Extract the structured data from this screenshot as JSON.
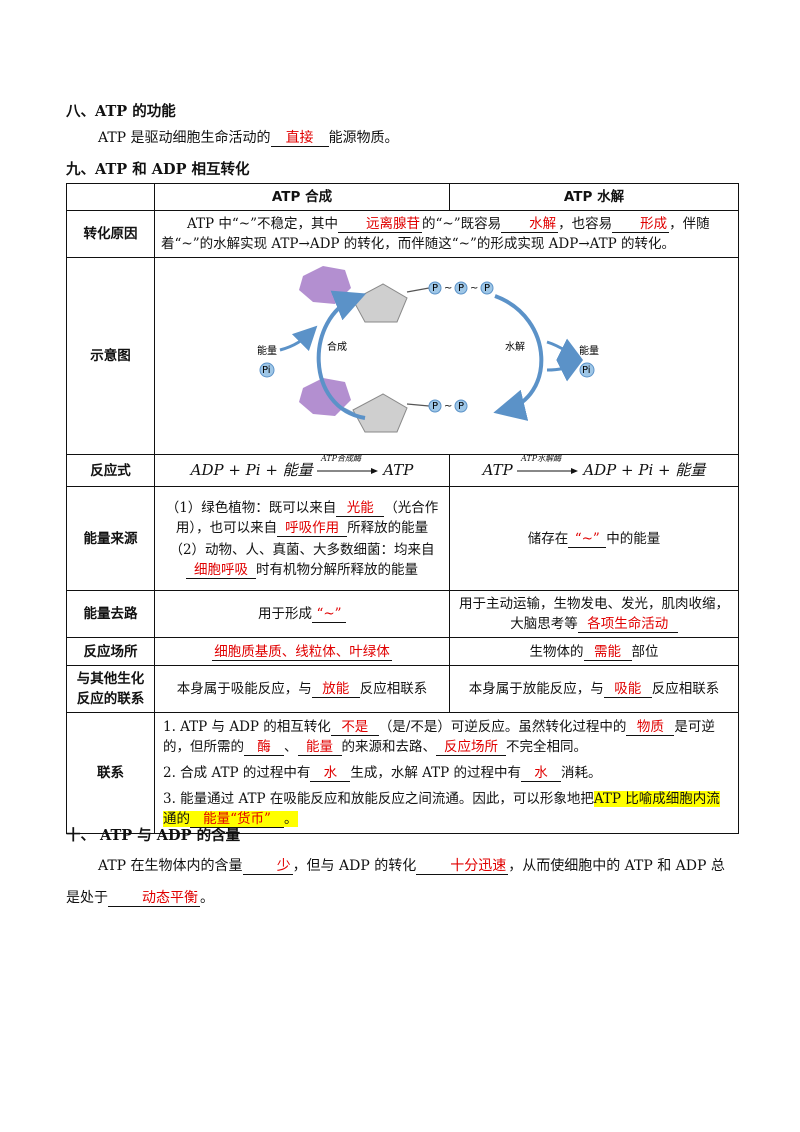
{
  "s8": {
    "title": "八、ATP 的功能",
    "p_pre": "ATP 是驱动细胞生命活动的",
    "blank": "直接",
    "p_post": "能源物质。"
  },
  "s9": {
    "title": "九、ATP 和 ADP 相互转化"
  },
  "table": {
    "col_synthesis": "ATP 合成",
    "col_hydrolysis": "ATP 水解",
    "rows": {
      "reason": {
        "label": "转化原因",
        "t1": "ATP 中“~”不稳定，其中",
        "b1": "远离腺苷",
        "t2": "的“~”既容易",
        "b2": "水解",
        "t3": "，也容易",
        "b3": "形成",
        "t4": "，伴随着“~”的水解实现 ATP→ADP 的转化，而伴随这“~”的形成实现 ADP→ATP 的转化。"
      },
      "diagram": {
        "label": "示意图",
        "energy_left": "能量",
        "pi_left": "Pi",
        "synthesis": "合成",
        "hydrolysis": "水解",
        "energy_right": "能量",
        "pi_right": "Pi",
        "p": "P"
      },
      "equation": {
        "label": "反应式",
        "left_lhs": "ADP + Pi + 能量",
        "left_arrow": "ATP合成酶",
        "left_rhs": "ATP",
        "right_lhs": "ATP",
        "right_arrow": "ATP水解酶",
        "right_rhs": "ADP + Pi + 能量"
      },
      "source": {
        "label": "能量来源",
        "a1": "（1）绿色植物：既可以来自",
        "ab1": "光能",
        "a2": "（光合作用），也可以来自",
        "ab2": "呼吸作用",
        "a3": "所释放的能量",
        "c1": "（2）动物、人、真菌、大多数细菌：均来自",
        "cb1": "细胞呼吸",
        "c2": "时有机物分解所释放的能量",
        "r1": "储存在",
        "rb1": "“~”",
        "r2": "中的能量"
      },
      "destination": {
        "label": "能量去路",
        "l1": "用于形成",
        "lb1": "“~”",
        "r1": "用于主动运输，生物发电、发光，肌肉收缩，大脑思考等",
        "rb1": "各项生命活动"
      },
      "site": {
        "label": "反应场所",
        "l": "细胞质基质、线粒体、叶绿体",
        "r1": "生物体的",
        "rb1": "需能",
        "r2": "部位"
      },
      "relation": {
        "label": "与其他生化反应的联系",
        "l1": "本身属于吸能反应，与",
        "lb1": "放能",
        "l2": "反应相联系",
        "r1": "本身属于放能反应，与",
        "rb1": "吸能",
        "r2": "反应相联系"
      },
      "link": {
        "label": "联系",
        "p1a": "1. ATP 与 ADP 的相互转化",
        "p1b1": "不是",
        "p1b": "（是/不是）可逆反应。虽然转化过程中的",
        "p1b2": "物质",
        "p1c": "是可逆的，但所需的",
        "p1b3": "酶",
        "p1d": "、",
        "p1b4": "能量",
        "p1e": "的来源和去路、",
        "p1b5": "反应场所",
        "p1f": "不完全相同。",
        "p2a": "2. 合成 ATP 的过程中有",
        "p2b1": "水",
        "p2b": "生成，水解 ATP 的过程中有",
        "p2b2": "水",
        "p2c": "消耗。",
        "p3a": "3. 能量通过 ATP 在吸能反应和放能反应之间流通。因此，可以形象地把",
        "p3h": "ATP 比喻成细胞内流通的",
        "p3b1": "能量“货币”",
        "p3c": "。"
      }
    }
  },
  "s10": {
    "title": "十、 ATP 与 ADP 的含量",
    "p_a": "ATP 在生物体内的含量",
    "b1": "少",
    "p_b": "，但与 ADP 的转化",
    "b2": "十分迅速",
    "p_c": "，从而使细胞中的 ATP 和 ADP 总是处于",
    "b3": "动态平衡",
    "p_d": "。"
  }
}
